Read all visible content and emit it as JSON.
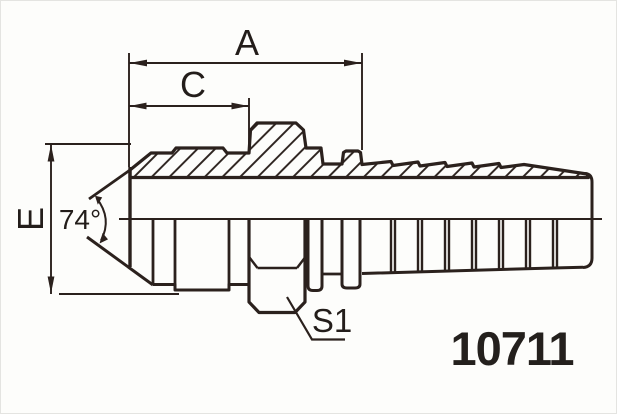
{
  "drawing": {
    "type": "engineering-drawing",
    "subject": "hydraulic-hose-fitting-male-74deg-cone",
    "part_number": "10711",
    "labels": {
      "dim_a": "A",
      "dim_c": "C",
      "dim_e": "E",
      "angle": "74°",
      "hex_size": "S1"
    },
    "colors": {
      "line": "#2b211d",
      "text": "#231d1a",
      "part_number": "#24201d",
      "background": "#fdfdfb"
    }
  }
}
